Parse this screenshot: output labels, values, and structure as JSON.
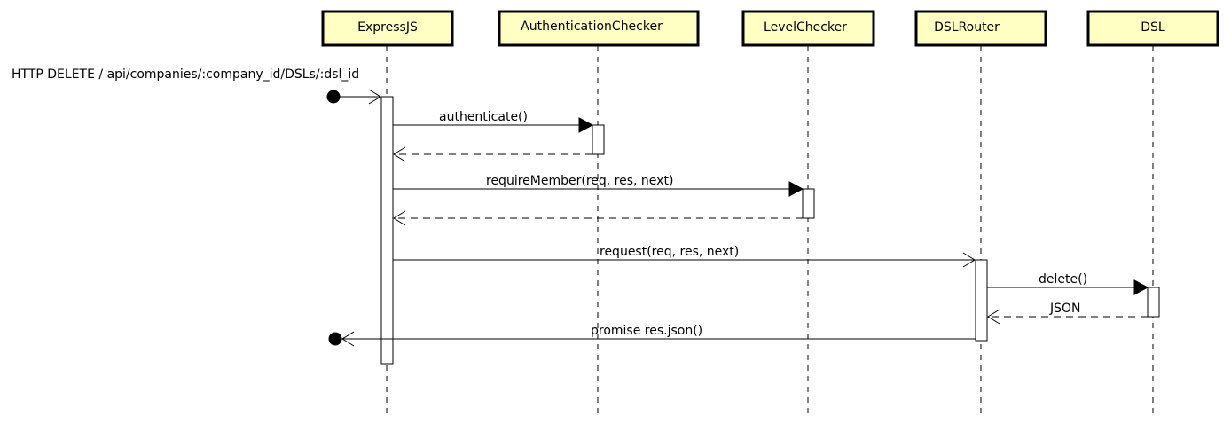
{
  "participants": [
    {
      "name": "ExpressJS"
    },
    {
      "name": "AuthenticationChecker"
    },
    {
      "name": "LevelChecker"
    },
    {
      "name": "DSLRouter"
    },
    {
      "name": "DSL"
    }
  ],
  "messages": {
    "incoming": "HTTP DELETE / api/companies/:company_id/DSLs/:dsl_id",
    "authenticate": "authenticate()",
    "require_member": "requireMember(req, res, next)",
    "request": "request(req, res, next)",
    "delete": "delete()",
    "json": "JSON",
    "promise": "promise res.json()"
  },
  "colors": {
    "participant_fill": "#ffffc4",
    "line": "#000000",
    "activation_fill": "#ffffff"
  }
}
